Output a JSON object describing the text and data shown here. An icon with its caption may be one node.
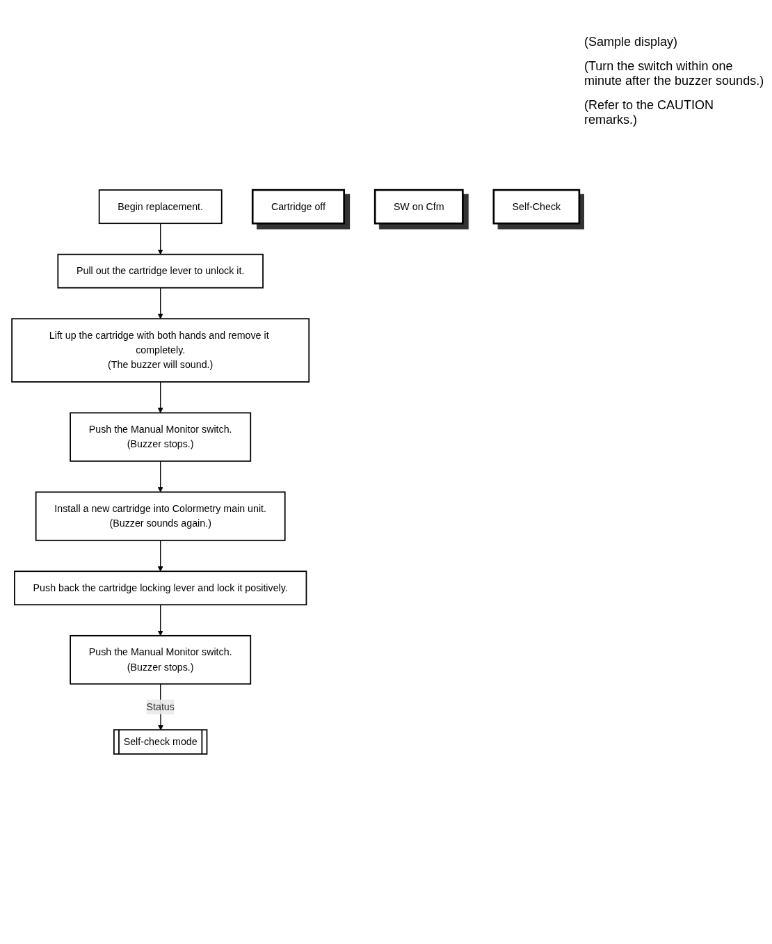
{
  "diagram": {
    "nodes": [
      {
        "text": [
          "Begin replacement."
        ]
      },
      {
        "text": [
          "Pull out the cartridge lever to unlock it."
        ]
      },
      {
        "text": [
          "Lift up the cartridge with both hands and remove it completely.",
          "(The buzzer will sound.)"
        ]
      },
      {
        "text": [
          "Push the Manual Monitor switch.",
          "(Buzzer stops.)"
        ]
      },
      {
        "text": [
          "Cartridge off"
        ]
      },
      {
        "text": [
          "Install a new cartridge into Colormetry main unit.",
          "(Buzzer sounds again.)"
        ]
      },
      {
        "text": [
          "Push back the cartridge locking lever and lock it positively."
        ]
      },
      {
        "text": [
          "SW on Cfm"
        ]
      },
      {
        "text": [
          "Push the Manual Monitor switch.",
          "(Buzzer stops.)"
        ]
      },
      {
        "text": [
          "Self-check mode"
        ]
      },
      {
        "text": [
          "Self-Check"
        ]
      }
    ],
    "edges": [
      {
        "from": 0,
        "to": 1,
        "arrow": "to"
      },
      {
        "from": 1,
        "to": 2,
        "arrow": "to"
      },
      {
        "from": 2,
        "to": 3,
        "arrow": "to"
      },
      {
        "from": 3,
        "to": 5,
        "arrow": "to"
      },
      {
        "from": 5,
        "to": 6,
        "arrow": "to"
      },
      {
        "from": 6,
        "to": 8,
        "arrow": "to"
      },
      {
        "from": 8,
        "to": 9,
        "label": "Status",
        "arrow": "to"
      }
    ],
    "labels": [
      "(Sample display)",
      "(Turn the switch within one minute after the buzzer sounds.)",
      "(Refer to the CAUTION remarks.)"
    ]
  }
}
